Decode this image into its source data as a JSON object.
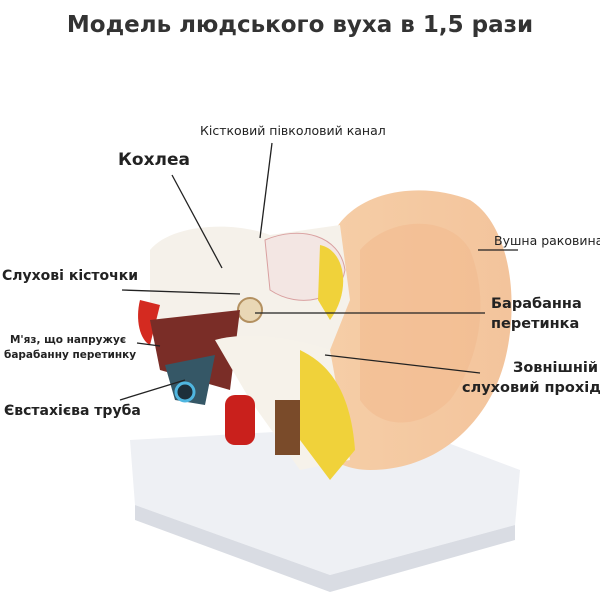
{
  "title": "Модель людського вуха в 1,5 рази",
  "labels": {
    "semicircular_canal": "Кістковий півколовий канал",
    "cochlea": "Кохлеа",
    "auricle": "Вушна раковина",
    "ossicles": "Слухові кісточки",
    "eardrum_line1": "Барабанна",
    "eardrum_line2": "перетинка",
    "tensor_line1": "М'яз, що напружує",
    "tensor_line2": "барабанну перетинку",
    "canal_line1": "Зовнішній",
    "canal_line2": "слуховий прохід",
    "eustachian": "Євстахієва труба"
  }
}
